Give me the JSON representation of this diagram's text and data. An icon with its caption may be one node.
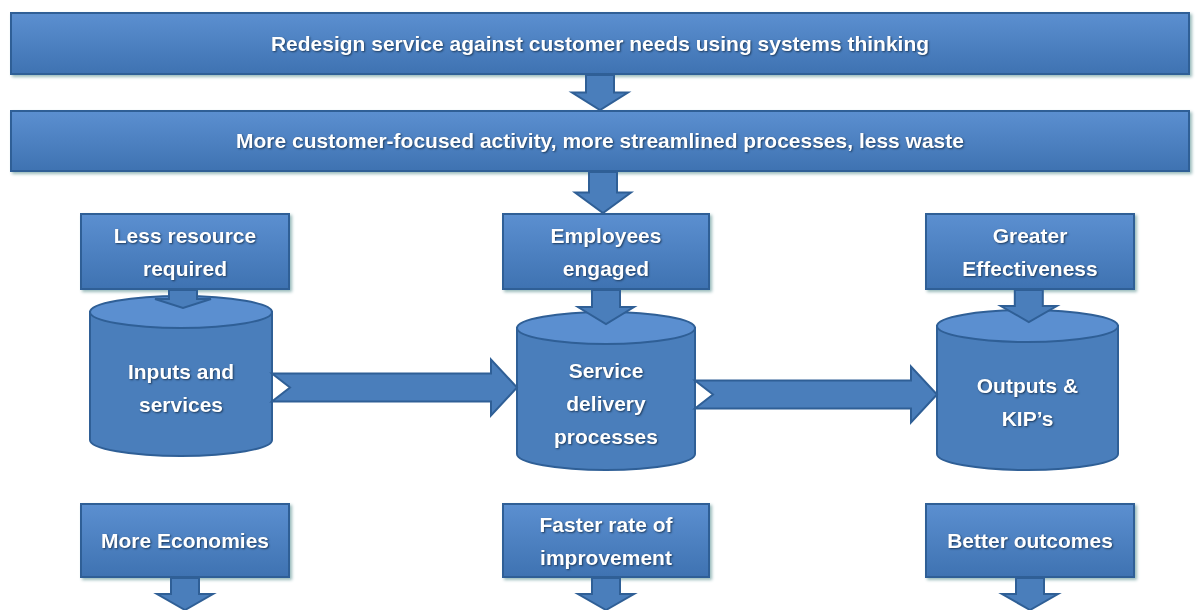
{
  "diagram": {
    "nodes": [
      {
        "text": [
          "Redesign service against customer needs using systems thinking"
        ]
      },
      {
        "text": [
          "More customer-focused activity, more streamlined processes, less waste"
        ]
      },
      {
        "text": [
          "Less resource required"
        ]
      },
      {
        "text": [
          "Employees engaged"
        ]
      },
      {
        "text": [
          "Greater Effectiveness"
        ]
      },
      {
        "text": [
          "Inputs and services"
        ]
      },
      {
        "text": [
          "Service delivery processes"
        ]
      },
      {
        "text": [
          "Outputs & KIP’s"
        ]
      },
      {
        "text": [
          "More Economies"
        ]
      },
      {
        "text": [
          "Faster rate of improvement"
        ]
      },
      {
        "text": [
          "Better outcomes"
        ]
      }
    ],
    "edges": [
      {
        "from": 0,
        "to": 1,
        "arrow": "to"
      },
      {
        "from": 1,
        "to": 3,
        "arrow": "to"
      },
      {
        "from": 2,
        "to": 5,
        "arrow": "to"
      },
      {
        "from": 3,
        "to": 6,
        "arrow": "to"
      },
      {
        "from": 4,
        "to": 7,
        "arrow": "to"
      },
      {
        "from": 5,
        "to": 6,
        "arrow": "to"
      },
      {
        "from": 6,
        "to": 7,
        "arrow": "to"
      },
      {
        "from": 8,
        "to": null,
        "arrow": "to"
      },
      {
        "from": 9,
        "to": null,
        "arrow": "to"
      },
      {
        "from": 10,
        "to": null,
        "arrow": "to"
      }
    ]
  }
}
